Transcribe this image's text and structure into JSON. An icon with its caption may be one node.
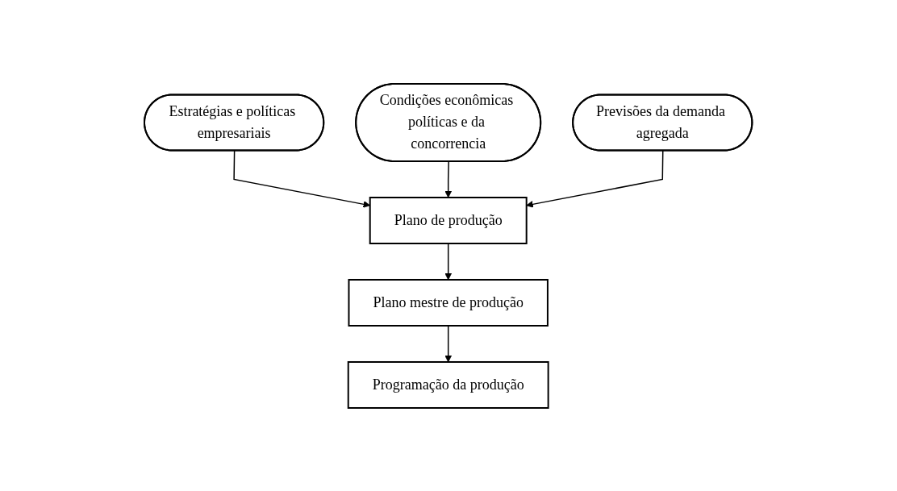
{
  "diagram": {
    "nodes": [
      {
        "text": [
          "Estratégias e políticas empresariais"
        ]
      },
      {
        "text": [
          "Condições econômicas políticas e da concorrencia"
        ]
      },
      {
        "text": [
          "Previsões da demanda agregada"
        ]
      },
      {
        "text": [
          "Plano de produção"
        ]
      },
      {
        "text": [
          "Plano mestre de produção"
        ]
      },
      {
        "text": [
          "Programação da produção"
        ]
      }
    ],
    "edges": [
      {
        "from": 0,
        "to": 3,
        "arrow": "to"
      },
      {
        "from": 1,
        "to": 3,
        "arrow": "to"
      },
      {
        "from": 2,
        "to": 3,
        "arrow": "to"
      },
      {
        "from": 3,
        "to": 4,
        "arrow": "to"
      },
      {
        "from": 4,
        "to": 5,
        "arrow": "to"
      }
    ]
  }
}
